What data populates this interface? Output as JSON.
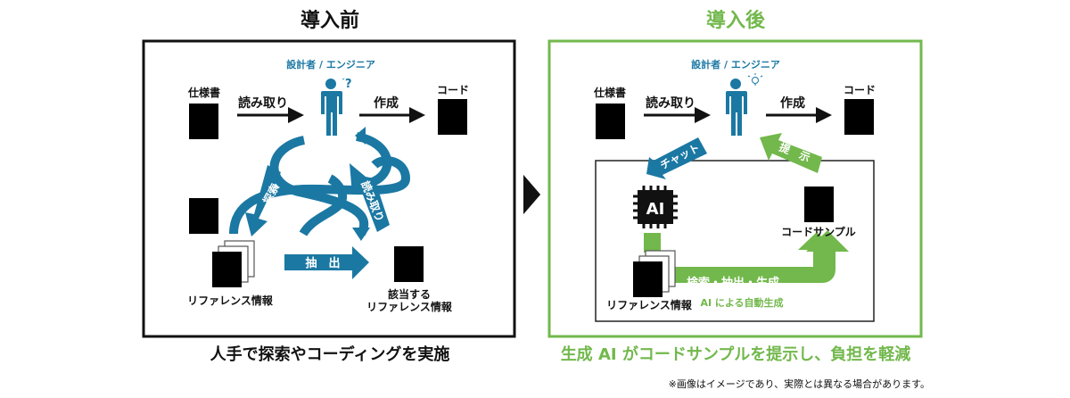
{
  "colors": {
    "blue": "#1b78a3",
    "green": "#72b84c",
    "black": "#111111"
  },
  "before": {
    "title": "導入前",
    "role_label": "設計者 / エンジニア",
    "confused_mark": "?",
    "spec_label": "仕様書",
    "read_label": "読み取り",
    "create_label": "作成",
    "code_label": "コード",
    "search_label": "探索",
    "read_back_label": "読み取り",
    "extract_label": "抽　出",
    "reference_label": "リファレンス情報",
    "matched_label_line1": "該当する",
    "matched_label_line2": "リファレンス情報",
    "caption": "人手で探索やコーディングを実施"
  },
  "after": {
    "title": "導入後",
    "role_label": "設計者 / エンジニア",
    "spec_label": "仕様書",
    "read_label": "読み取り",
    "create_label": "作成",
    "code_label": "コード",
    "chat_label": "チャット",
    "present_label": "提　示",
    "ai_chip_label": "AI",
    "code_sample_label": "コードサンプル",
    "reference_label": "リファレンス情報",
    "process_label": "検索・抽出・生成",
    "auto_label": "AI による自動生成",
    "caption": "生成 AI がコードサンプルを提示し、負担を軽減"
  },
  "footnote": "※画像はイメージであり、実際とは異なる場合があります。"
}
